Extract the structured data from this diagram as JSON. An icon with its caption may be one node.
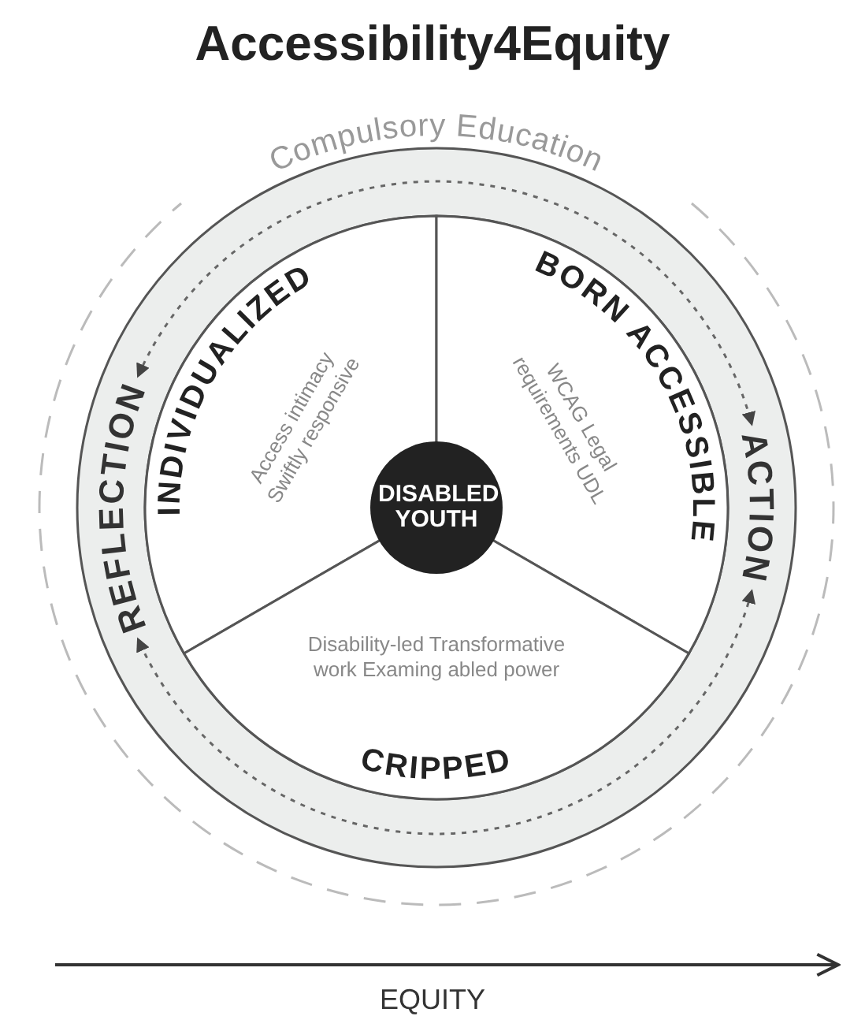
{
  "diagram": {
    "title": "Accessibility4Equity",
    "nodes": [
      {
        "text": [
          "Compulsory Education"
        ]
      },
      {
        "text": [
          "REFLECTION"
        ],
        "in": 0
      },
      {
        "text": [
          "ACTION"
        ],
        "in": 0
      },
      {
        "text": [
          "INDIVIDUALIZED",
          "Access intimacy Swiftly responsive"
        ],
        "in": 0
      },
      {
        "text": [
          "BORN ACCESSIBLE",
          "WCAG Legal requirements UDL"
        ],
        "in": 0
      },
      {
        "text": [
          "Disability-led Transformative work Examing abled power",
          "CRIPPED"
        ],
        "in": 0
      },
      {
        "text": [
          "DISABLED YOUTH"
        ],
        "in": 0
      }
    ],
    "edges": [
      {
        "from": 1,
        "to": 2,
        "arrow": "both",
        "style": "dashed"
      },
      {
        "from": 2,
        "to": 1,
        "arrow": "both",
        "style": "dashed"
      }
    ],
    "labels": [
      "EQUITY"
    ]
  }
}
